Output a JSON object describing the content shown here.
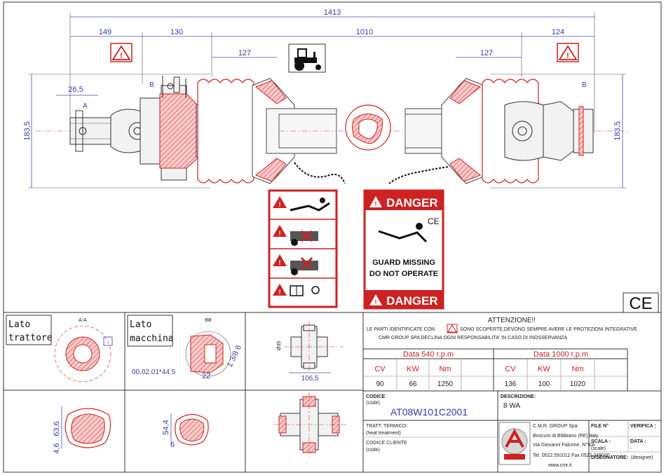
{
  "colors": {
    "dimension": "#3a3aa8",
    "danger_red": "#cc2222",
    "guard_hatch": "#f3b8b8",
    "centerline": "#e03030",
    "line": "#2a2a2a"
  },
  "dimensions": {
    "overall": "1413",
    "left_yoke": "149",
    "left_guard": "130",
    "tube_span": "1010",
    "right_yoke": "124",
    "left_inner": "127",
    "right_inner": "127",
    "height_left": "183,5",
    "height_right": "183,5",
    "shaft_dia": "26,5"
  },
  "section_marks": {
    "a": "A",
    "b": "B"
  },
  "danger_sign": {
    "top": "DANGER",
    "line1": "GUARD  MISSING",
    "line2": "DO NOT OPERATE",
    "bottom": "DANGER",
    "ce": "CE"
  },
  "ce_mark": "CE",
  "bottom_left": {
    "lato_trattore_line1": "Lato",
    "lato_trattore_line2": "trattore",
    "section_aa": "A-A",
    "lato_macchina_line1": "Lato",
    "lato_macchina_line2": "macchina",
    "section_bb": "BB",
    "part_code": "00.02.01*44.5",
    "dim_22": "22",
    "dim_spline": "1 3/8 6",
    "tube_outer_h": "63,6",
    "tube_outer_w": "4,6",
    "tube_inner_h": "54,4",
    "tube_inner_w": "6",
    "cross_dim": "106,5",
    "cross_dia": "Ø35"
  },
  "attention": {
    "title": "ATTENZIONE!!",
    "line1_a": "LE PARTI IDENTIFICATE CON",
    "line1_b": "SONO SCOPERTE,DEVONO SEMPRE AVERE LE PROTEZIONI INTEGRATIVE.",
    "line2": "CMR GROUP SPA DECLINA OGNI RESPONSABILITA' IN CASO DI INOSSERVANZA"
  },
  "specs": [
    {
      "header": "Data  540  r.p.m",
      "cols": [
        "CV",
        "KW",
        "Nm"
      ],
      "values": [
        "90",
        "66",
        "1250"
      ]
    },
    {
      "header": "Data  1000  r.p.m",
      "cols": [
        "CV",
        "KW",
        "Nm"
      ],
      "values": [
        "136",
        "100",
        "1020"
      ]
    }
  ],
  "title_block": {
    "codice_label": "CODICE",
    "codice_sub": "(code)",
    "codice_value": "AT08W101C2001",
    "descrizione_label": "DESCRIZIONE:",
    "descrizione_value": "8 WA",
    "tratt_label": "TRATT. TERMICO:",
    "tratt_sub": "(heat treatment)",
    "cliente_label": "CODICE CLIENTE",
    "cliente_sub": "(code)",
    "company_name": "C.M.R. GROUP Spa",
    "company_addr1": "Boscuro di Bibbiano (RE) Italy",
    "company_addr2": "Via Giovanni Falcone, N°5/A",
    "company_tel": "Tel. 0522.591011  Fax 0522.349020",
    "company_web": "www.cmr.it",
    "file_label": "FILE N°",
    "verifica_label": "VERIFICA :",
    "scala_label": "SCALA :",
    "scala_sub": "(scale)",
    "data_label": "DATA :",
    "data_value": "-",
    "disegnatore_label": "DISEGNATORE:",
    "disegnatore_sub": "(designer)"
  }
}
